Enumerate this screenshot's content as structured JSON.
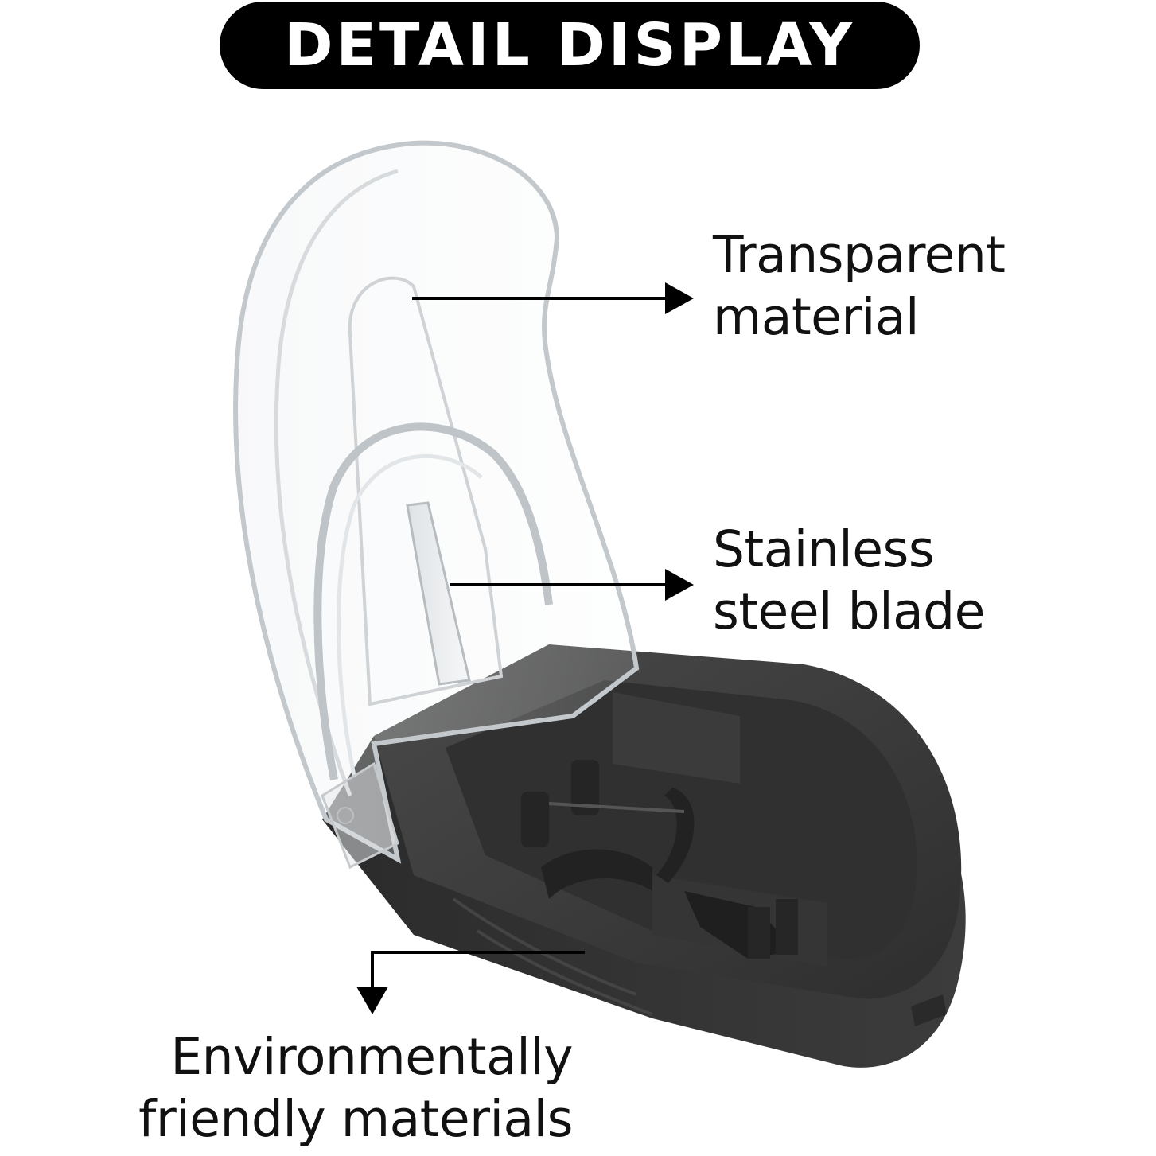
{
  "header": {
    "title": "DETAIL DISPLAY"
  },
  "callouts": {
    "transparent": {
      "line1": "Transparent",
      "line2": "material"
    },
    "blade": {
      "line1": "Stainless",
      "line2": "steel blade"
    },
    "eco": {
      "line1": "Environmentally",
      "line2": "friendly materials"
    }
  },
  "colors": {
    "background": "#ffffff",
    "pill": "#000000",
    "pill_text": "#ffffff",
    "base": "#3a3a3a",
    "arrow": "#000000"
  }
}
